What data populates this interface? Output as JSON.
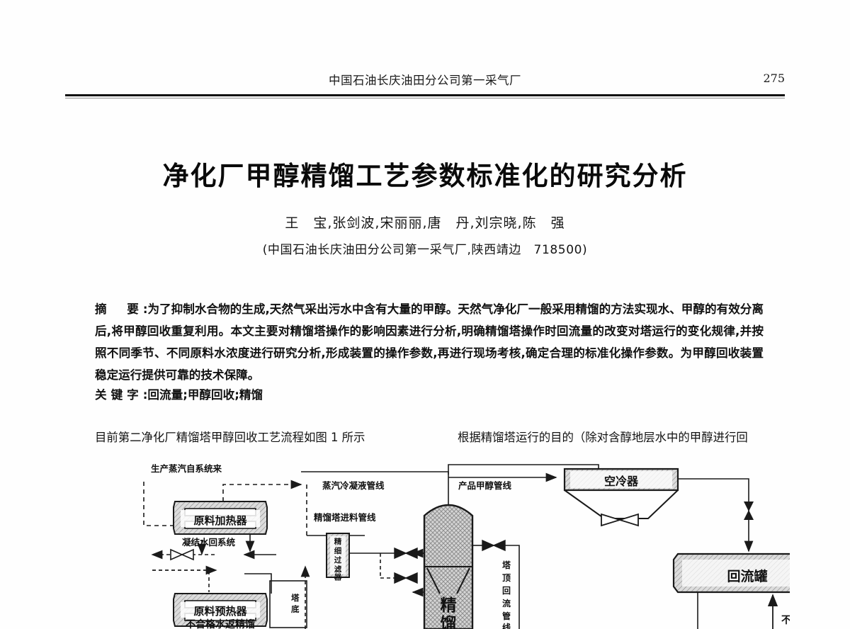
{
  "header": {
    "running_title": "中国石油长庆油田分公司第一采气厂",
    "page_number": "275"
  },
  "article": {
    "title": "净化厂甲醇精馏工艺参数标准化的研究分析",
    "authors": "王　宝,张剑波,宋丽丽,唐　丹,刘宗晓,陈　强",
    "affiliation": "(中国石油长庆油田分公司第一采气厂,陕西靖边　718500)"
  },
  "abstract": {
    "label": "摘　要",
    "separator": ":",
    "text": "为了抑制水合物的生成,天然气采出污水中含有大量的甲醇。天然气净化厂一般采用精馏的方法实现水、甲醇的有效分离后,将甲醇回收重复利用。本文主要对精馏塔操作的影响因素进行分析,明确精馏塔操作时回流量的改变对塔运行的变化规律,并按照不同季节、不同原料水浓度进行研究分析,形成装置的操作参数,再进行现场考核,确定合理的标准化操作参数。为甲醇回收装置稳定运行提供可靠的技术保障。"
  },
  "keywords": {
    "label": "关键字",
    "separator": ":",
    "text": "回流量;甲醇回收;精馏"
  },
  "body": {
    "left_column": "目前第二净化厂精馏塔甲醇回收工艺流程如图 1 所示",
    "right_column": "根据精馏塔运行的目的（除对含醇地层水中的甲醇进行回"
  },
  "figure": {
    "labels": {
      "steam_source": "生产蒸汽自系统来",
      "feed_heater": "原料加热器",
      "steam_condensate_line": "蒸汽冷凝液管线",
      "column_feed_line": "精馏塔进料管线",
      "condensate_return": "凝结水回系统",
      "fine_filter": "精细过滤器",
      "feed_preheater": "原料预热器",
      "column": "精馏",
      "product_methanol_line": "产品甲醇管线",
      "air_cooler": "空冷器",
      "reflux_drum": "回流罐",
      "top_reflux_line": "塔顶回流管线",
      "offspec_methanol": "不合格甲醇",
      "bottom_line": "塔底",
      "offspec_water_return": "不合格水返精馏"
    },
    "colors": {
      "line": "#1a1a1a",
      "vessel_fill": "#d9d9d9",
      "hatch": "#9a9a9a"
    }
  }
}
